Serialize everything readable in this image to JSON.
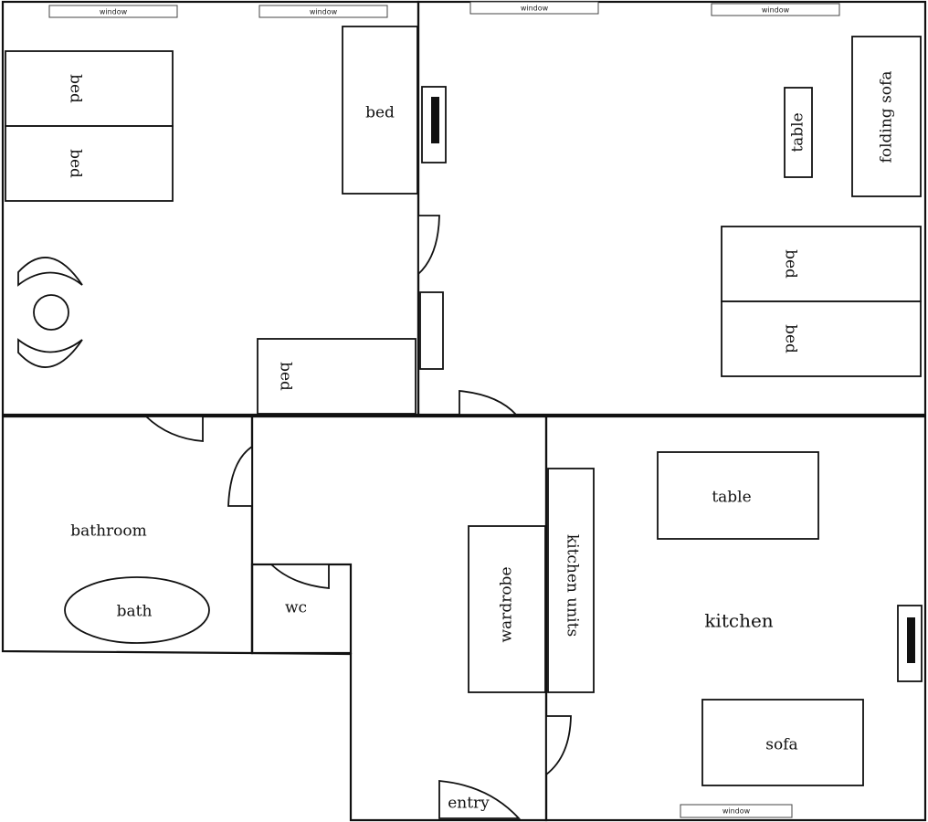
{
  "labels": {
    "window": "window",
    "bed": "bed",
    "table": "table",
    "folding_sofa": "folding sofa",
    "bathroom": "bathroom",
    "bath": "bath",
    "wc": "wc",
    "wardrobe": "wardrobe",
    "kitchen_units": "kitchen units",
    "kitchen": "kitchen",
    "sofa": "sofa",
    "entry": "entry"
  }
}
